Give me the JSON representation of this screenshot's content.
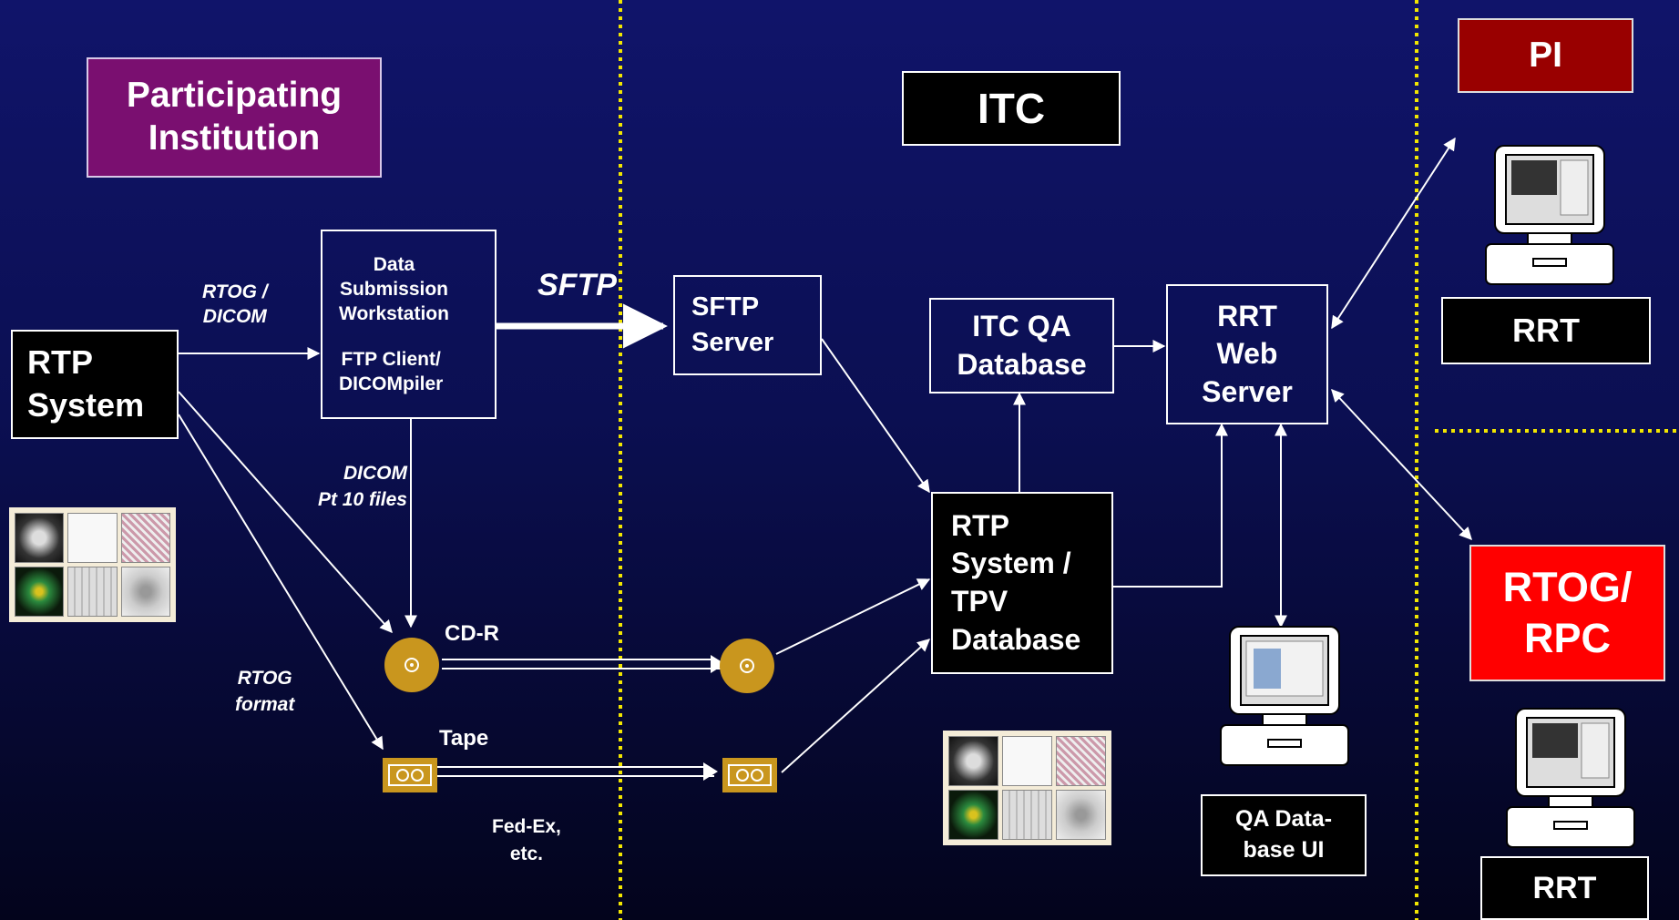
{
  "colors": {
    "background": "#0d1160",
    "divider": "#f2e600",
    "pi_box": "#990000",
    "rtog_box": "#ff0000",
    "institution_box": "#7a0f70",
    "media": "#c9961e"
  },
  "headers": {
    "institution": "Participating\nInstitution",
    "itc": "ITC",
    "pi": "PI",
    "rtog_rpc": "RTOG/\nRPC"
  },
  "nodes": {
    "rtp_system": "RTP\nSystem",
    "workstation_title": "Data\nSubmission\nWorkstation",
    "workstation_sub": "FTP Client/\nDICOMpiler",
    "sftp_server": "SFTP\nServer",
    "itc_qa_db": "ITC QA\nDatabase",
    "rrt_web_server": "RRT\nWeb\nServer",
    "rtp_tpv_db": "RTP\nSystem /\nTPV\nDatabase",
    "rrt_pi": "RRT",
    "rrt_rtog": "RRT",
    "qa_db_ui": "QA Data-\nbase UI"
  },
  "labels": {
    "rtog_dicom": "RTOG /\nDICOM",
    "sftp": "SFTP",
    "dicom_pt10": "DICOM\nPt 10 files",
    "cdr": "CD-R",
    "rtog_format": "RTOG\nformat",
    "tape": "Tape",
    "fedex": "Fed-Ex,\netc."
  },
  "icons": [
    "cd-icon",
    "tape-icon",
    "computer-icon",
    "image-thumbnails"
  ]
}
